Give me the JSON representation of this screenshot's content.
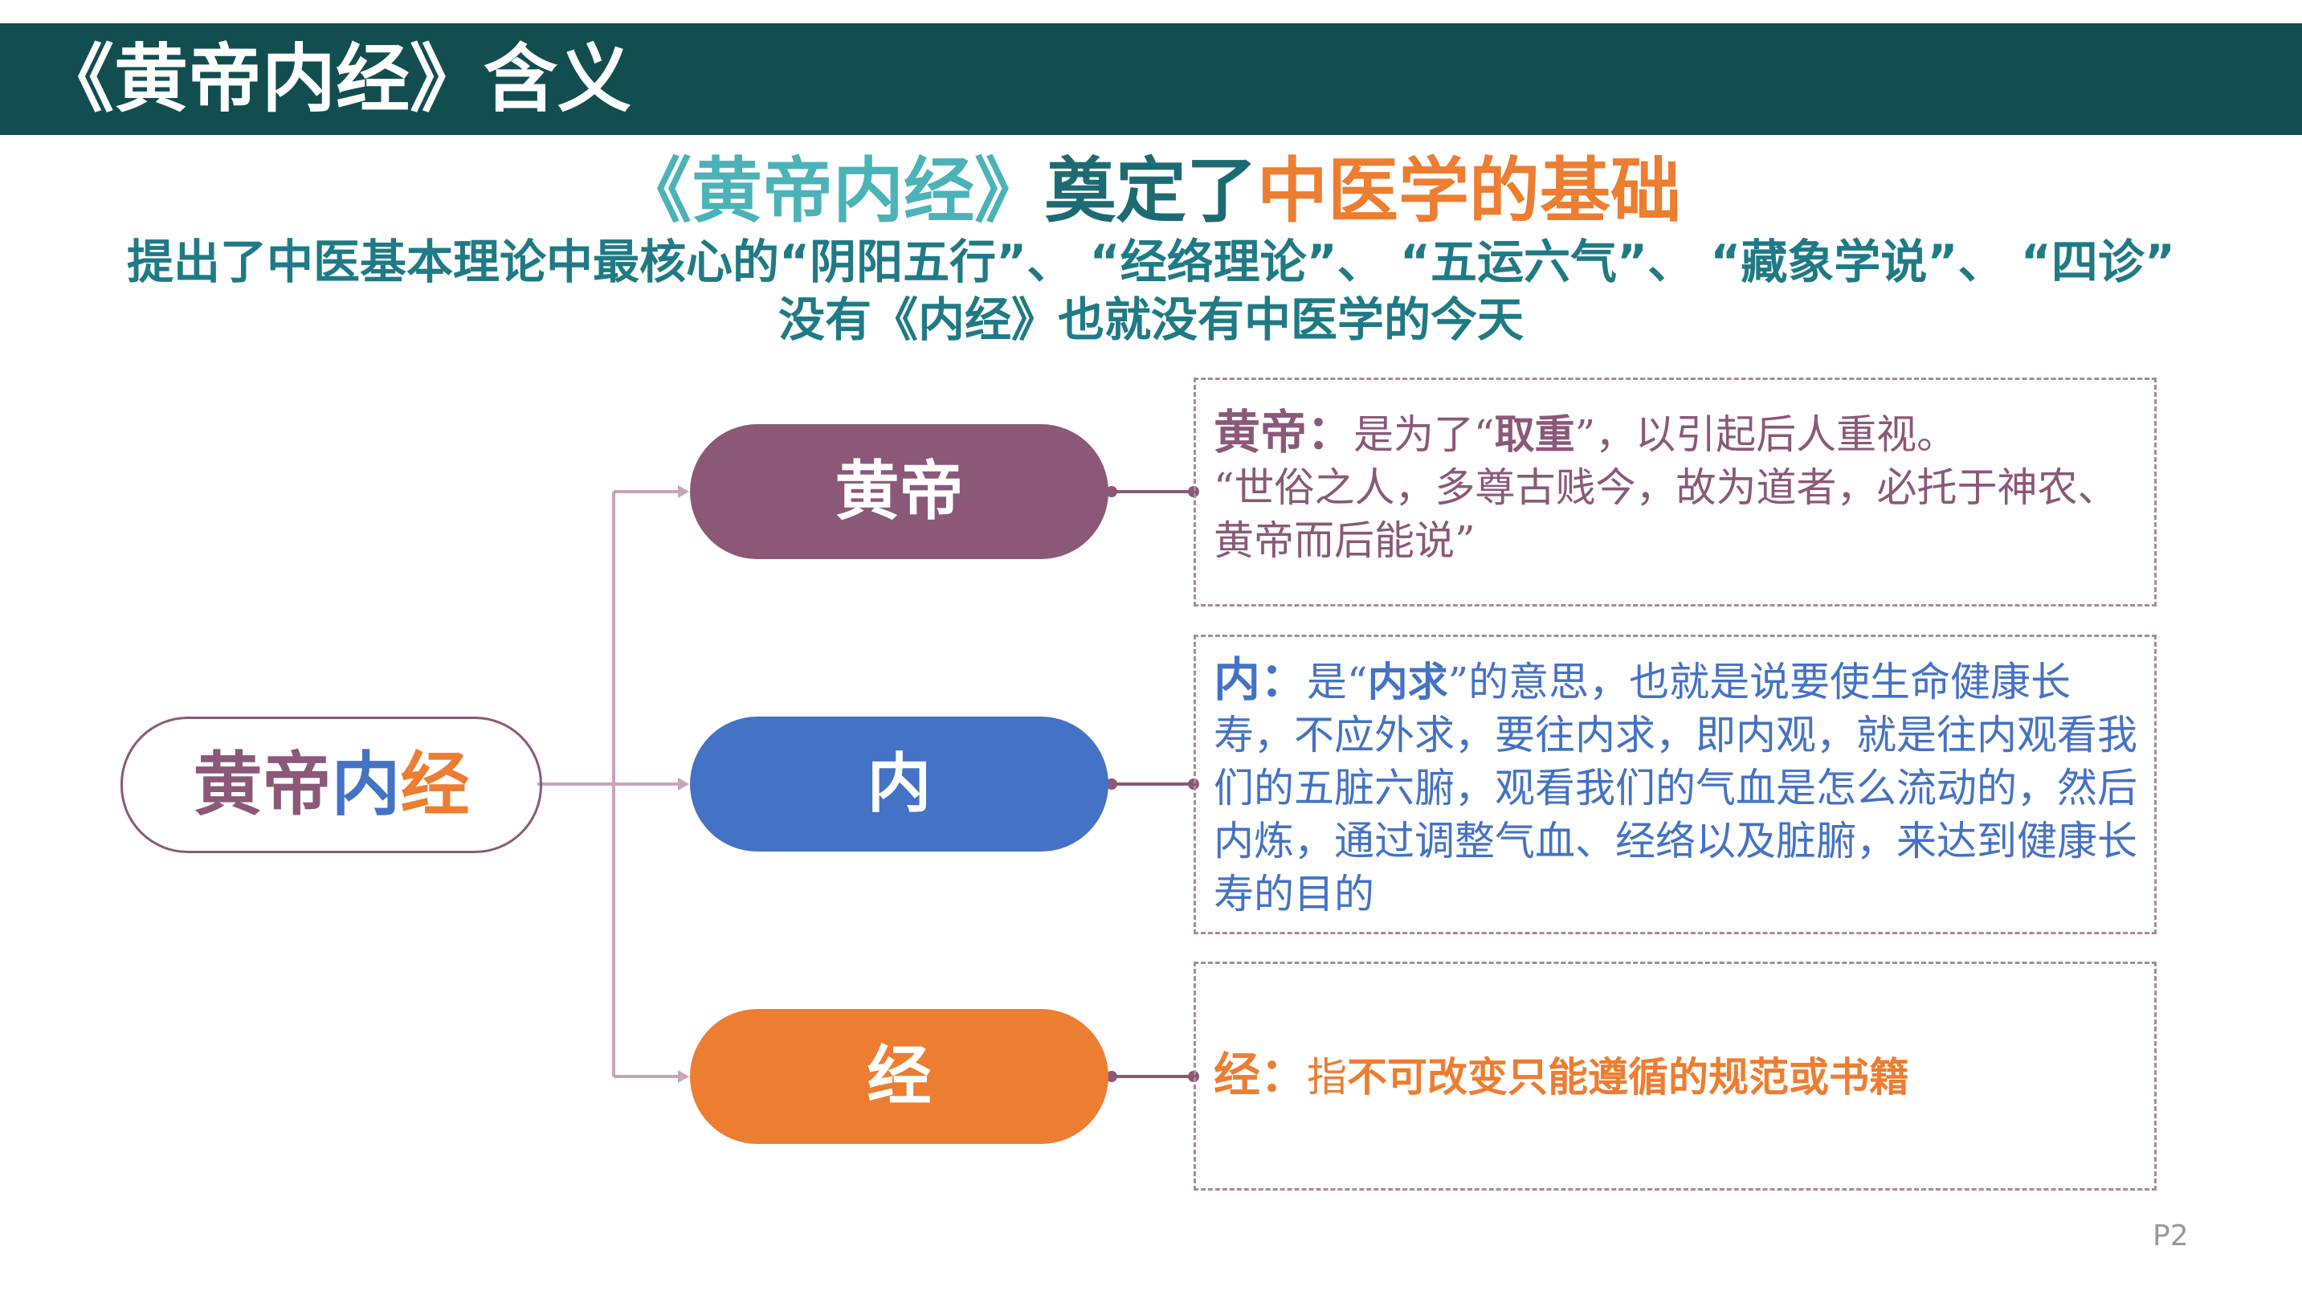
{
  "header": {
    "title": "《黄帝内经》含义"
  },
  "subtitle": {
    "part1": "《黄帝内经》",
    "part2": "奠定了",
    "part3": "中医学的基础"
  },
  "line2": "提出了中医基本理论中最核心的“阴阳五行”、 “经络理论”、 “五运六气”、 “藏象学说”、 “四诊”",
  "line3": "没有《内经》也就没有中医学的今天",
  "center": {
    "p1": "黄帝",
    "p2": "内",
    "p3": "经"
  },
  "nodes": [
    {
      "label": "黄帝",
      "color": "#8b5878"
    },
    {
      "label": "内",
      "color": "#4472c4"
    },
    {
      "label": "经",
      "color": "#ed7d31"
    }
  ],
  "boxes": [
    {
      "label": "黄帝：",
      "t1": "是为了“",
      "bold": "取重",
      "t2": "”，以引起后人重视。",
      "t3": "“世俗之人，多尊古贱今，故为道者，必托于神农、黄帝而后能说”"
    },
    {
      "label": "内：",
      "t1": "是“",
      "bold": "内求",
      "t2": "”的意思，也就是说要使生命健康长寿，不应外求，要往内求，即内观，就是往内观看我们的五脏六腑，观看我们的气血是怎么流动的，然后内炼，通过调整气血、经络以及脏腑，来达到健康长寿的目的"
    },
    {
      "label": "经：",
      "t1": "指",
      "bold": "不可改变只能遵循的规范或书籍"
    }
  ],
  "page": "P2"
}
